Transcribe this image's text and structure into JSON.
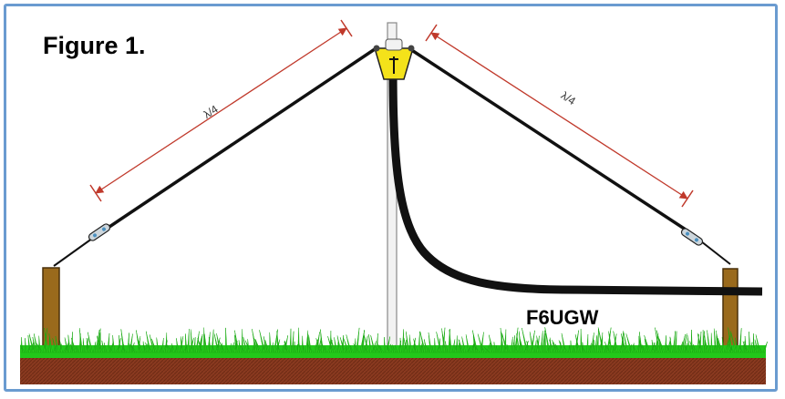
{
  "figure_title": "Figure 1.",
  "left_element_label": "λ/4",
  "right_element_label": "λ/4",
  "callsign": "F6UGW",
  "colors": {
    "frame": "#6a9bd0",
    "wire": "#111111",
    "dimension_line": "#c0392b",
    "insulator_hub": "#f4e21a",
    "grass": "#22c81a",
    "soil": "#8a3a20",
    "post": "#9a6a1c",
    "mast": "#f2f2f2"
  },
  "icons": [
    "mast",
    "center-insulator-hub",
    "end-insulator",
    "wooden-post",
    "coax-feedline",
    "grass",
    "soil"
  ]
}
